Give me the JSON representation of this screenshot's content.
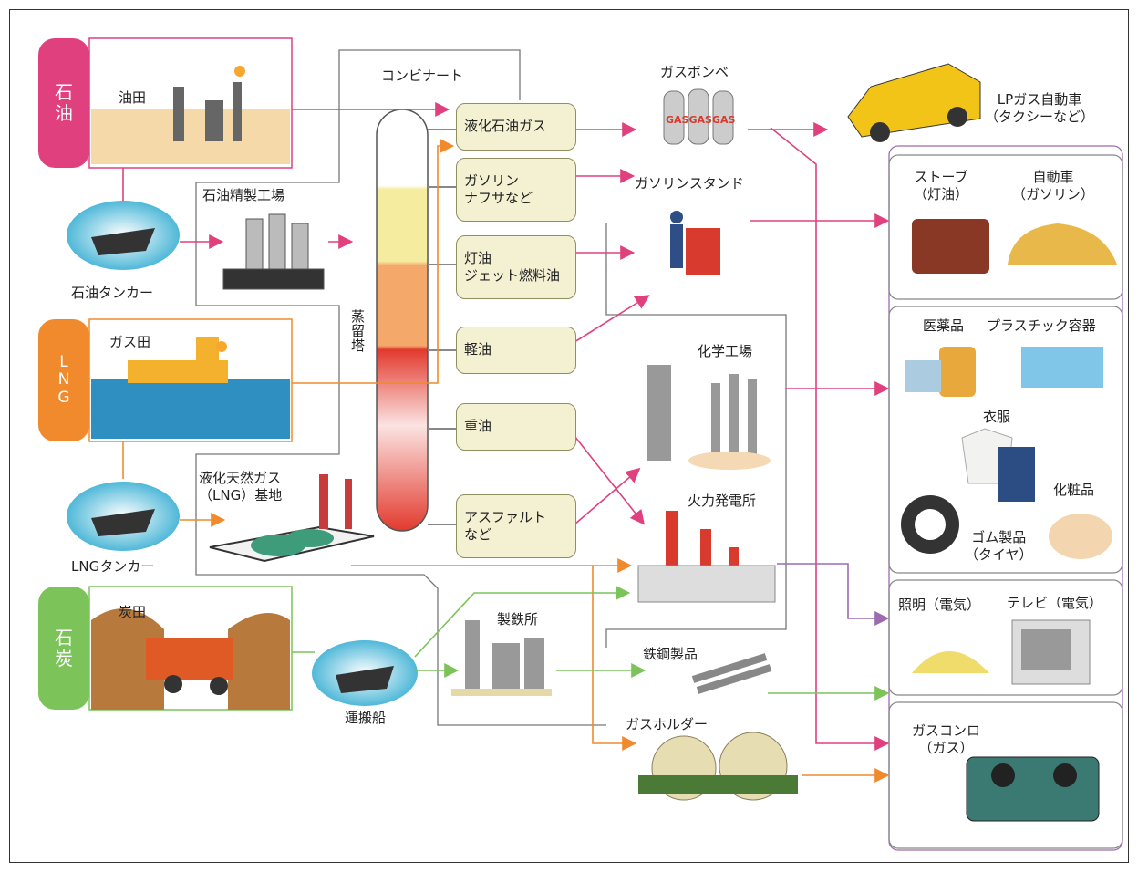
{
  "sources": {
    "oil": "石\n油",
    "lng": "L\nN\nG",
    "coal": "石\n炭"
  },
  "labels": {
    "oilfield": "油田",
    "oil_tanker": "石油タンカー",
    "refinery": "石油精製工場",
    "gasfield": "ガス田",
    "lng_tanker": "LNGタンカー",
    "lng_base": "液化天然ガス\n（LNG）基地",
    "coalfield": "炭田",
    "transport_ship": "運搬船",
    "kombinat": "コンビナート",
    "distillation_tower": "蒸\n留\n塔",
    "gas_cylinder": "ガスボンベ",
    "gas_station": "ガソリンスタンド",
    "chemical_plant": "化学工場",
    "thermal_plant": "火力発電所",
    "steel_mill": "製鉄所",
    "steel_products": "鉄鋼製品",
    "gas_holder": "ガスホルダー",
    "cylinder_text": "GASGASGAS"
  },
  "products": {
    "lpg": "液化石油ガス",
    "gasoline": "ガソリン\nナフサなど",
    "kerosene": "灯油\nジェット燃料油",
    "diesel": "軽油",
    "heavy_oil": "重油",
    "asphalt": "アスファルト\nなど"
  },
  "uses": {
    "lp_car": "LPガス自動車\n（タクシーなど）",
    "stove": "ストーブ\n（灯油）",
    "car": "自動車\n（ガソリン）",
    "medicine": "医薬品",
    "plastic": "プラスチック容器",
    "clothes": "衣服",
    "cosmetics": "化粧品",
    "rubber": "ゴム製品\n（タイヤ）",
    "lighting": "照明（電気）",
    "tv": "テレビ（電気）",
    "gas_stove": "ガスコンロ\n（ガス）"
  },
  "colors": {
    "oil": "#e0407e",
    "lng": "#f08a2c",
    "coal": "#7cc35a",
    "purple": "#9c6bb0",
    "product_fill": "#f4f1d2"
  }
}
